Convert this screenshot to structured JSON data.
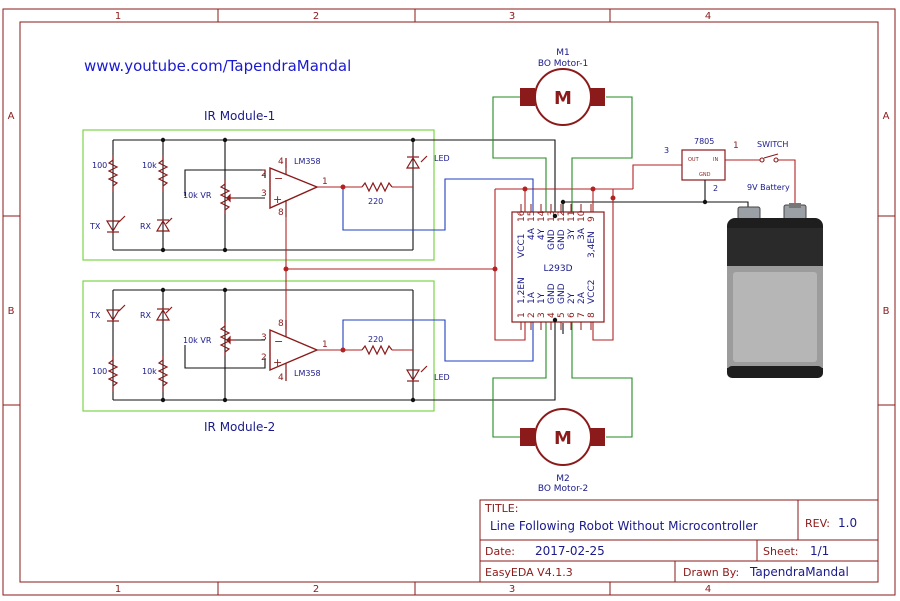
{
  "frame": {
    "columns": [
      "1",
      "2",
      "3",
      "4"
    ],
    "rows": [
      "A",
      "B"
    ]
  },
  "header": {
    "url": "www.youtube.com/TapendraMandal"
  },
  "modules": {
    "ir1": "IR Module-1",
    "ir2": "IR Module-2"
  },
  "components": {
    "m1_ref": "M1",
    "m1_name": "BO Motor-1",
    "m2_ref": "M2",
    "m2_name": "BO Motor-2",
    "motor_symbol": "M",
    "opamp": "LM358",
    "driver": "L293D",
    "regulator": "7805",
    "reg_out": "OUT",
    "reg_in": "IN",
    "reg_gnd": "GND",
    "switch": "SWITCH",
    "battery": "9V Battery",
    "r100": "100",
    "r10k": "10k",
    "vr": "10k VR",
    "r220": "220",
    "led": "LED",
    "tx": "TX",
    "rx": "RX"
  },
  "pins": {
    "top": [
      "VCC1",
      "4A",
      "4Y",
      "GND",
      "GND",
      "3Y",
      "3A",
      "3,4EN"
    ],
    "top_num": [
      "16",
      "15",
      "14",
      "13",
      "12",
      "11",
      "10",
      "9"
    ],
    "bottom": [
      "1,2EN",
      "1A",
      "1Y",
      "GND",
      "GND",
      "2Y",
      "2A",
      "VCC2"
    ],
    "bottom_num": [
      "1",
      "2",
      "3",
      "4",
      "5",
      "6",
      "7",
      "8"
    ],
    "opamp_plus": "+",
    "opamp_minus": "−",
    "op1_pins": [
      "2",
      "3",
      "1",
      "4",
      "8"
    ],
    "op2_pins": [
      "3",
      "2",
      "1",
      "8",
      "4"
    ],
    "reg_pins": [
      "3",
      "1",
      "2"
    ]
  },
  "title_block": {
    "title_label": "TITLE:",
    "title": "Line Following Robot Without Microcontroller",
    "rev_label": "REV:",
    "rev": "1.0",
    "date_label": "Date:",
    "date": "2017-02-25",
    "sheet_label": "Sheet:",
    "sheet": "1/1",
    "tool": "EasyEDA V4.1.3",
    "drawn_label": "Drawn By:",
    "drawn_by": "TapendraMandal"
  },
  "colors": {
    "frame": "#8b1a1a",
    "wire_dark": "#111111",
    "wire_red": "#b22222",
    "wire_green": "#228b22",
    "wire_blue": "#1f3fbf",
    "module_box": "#7cd64a",
    "text_blue": "#1a1a8a"
  }
}
